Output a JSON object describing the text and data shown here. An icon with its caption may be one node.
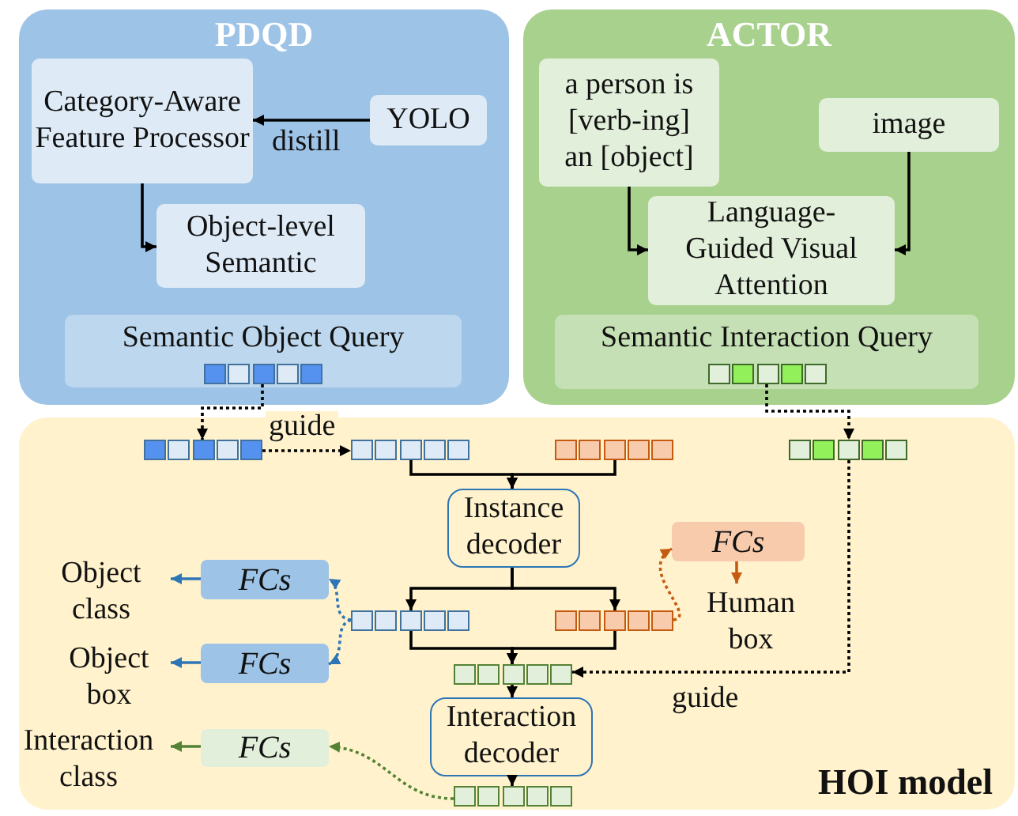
{
  "diagram": {
    "nodes": [
      {
        "text": [
          "PDQD"
        ]
      },
      {
        "text": [
          "Category-Aware Feature Processor"
        ],
        "in": 0
      },
      {
        "text": [
          "YOLO"
        ],
        "in": 0
      },
      {
        "text": [
          "Object-level Semantic"
        ],
        "in": 0
      },
      {
        "text": [
          "Semantic Object Query"
        ],
        "in": 0
      },
      {
        "text": [],
        "shape": "bar",
        "in": 4
      },
      {
        "text": [
          "ACTOR"
        ]
      },
      {
        "text": [
          "a person is [verb-ing] an [object]"
        ],
        "in": 6
      },
      {
        "text": [
          "image"
        ],
        "in": 6
      },
      {
        "text": [
          "Language-Guided Visual Attention"
        ],
        "in": 6
      },
      {
        "text": [
          "Semantic Interaction Query"
        ],
        "in": 6
      },
      {
        "text": [],
        "shape": "bar",
        "in": 10
      },
      {
        "text": [
          "HOI model"
        ]
      },
      {
        "text": [],
        "shape": "bar",
        "in": 12
      },
      {
        "text": [],
        "shape": "bar",
        "in": 12
      },
      {
        "text": [],
        "shape": "bar",
        "in": 12
      },
      {
        "text": [],
        "shape": "bar",
        "in": 12
      },
      {
        "text": [
          "Instance decoder"
        ],
        "in": 12
      },
      {
        "text": [
          "Object class"
        ],
        "in": 12
      },
      {
        "text": [
          "FCs"
        ],
        "in": 12
      },
      {
        "text": [],
        "shape": "bar",
        "in": 12
      },
      {
        "text": [],
        "shape": "bar",
        "in": 12
      },
      {
        "text": [
          "FCs"
        ],
        "in": 12
      },
      {
        "text": [
          "Human box"
        ],
        "in": 12
      },
      {
        "text": [
          "Object box"
        ],
        "in": 12
      },
      {
        "text": [
          "FCs"
        ],
        "in": 12
      },
      {
        "text": [],
        "shape": "bar",
        "in": 12
      },
      {
        "text": [
          "Interaction decoder"
        ],
        "in": 12
      },
      {
        "text": [
          "Interaction class"
        ],
        "in": 12
      },
      {
        "text": [
          "FCs"
        ],
        "in": 12
      },
      {
        "text": [],
        "shape": "bar",
        "in": 12
      }
    ],
    "edges": [
      {
        "from": 2,
        "to": 1,
        "arrow": "to",
        "label": "distill"
      },
      {
        "from": 1,
        "to": 3,
        "arrow": "to"
      },
      {
        "from": 7,
        "to": 9,
        "arrow": "to"
      },
      {
        "from": 8,
        "to": 9,
        "arrow": "to"
      },
      {
        "from": 5,
        "to": 13,
        "arrow": "to",
        "style": "dashed"
      },
      {
        "from": 13,
        "to": 14,
        "arrow": "to",
        "style": "dashed",
        "label": "guide"
      },
      {
        "from": 11,
        "to": 16,
        "arrow": "to",
        "style": "dashed"
      },
      {
        "from": 16,
        "to": 26,
        "arrow": "to",
        "style": "dashed",
        "label": "guide"
      },
      {
        "from": 14,
        "to": 17,
        "arrow": "to"
      },
      {
        "from": 15,
        "to": 17,
        "arrow": "to"
      },
      {
        "from": 17,
        "to": 20,
        "arrow": "to"
      },
      {
        "from": 17,
        "to": 21,
        "arrow": "to"
      },
      {
        "from": 20,
        "to": 26,
        "arrow": "to"
      },
      {
        "from": 21,
        "to": 26,
        "arrow": "to"
      },
      {
        "from": 26,
        "to": 27,
        "arrow": "to"
      },
      {
        "from": 27,
        "to": 30,
        "arrow": "to"
      },
      {
        "from": 20,
        "to": 19,
        "arrow": "to",
        "style": "dashed",
        "color": "#2e75b6"
      },
      {
        "from": 20,
        "to": 25,
        "arrow": "to",
        "style": "dashed",
        "color": "#2e75b6"
      },
      {
        "from": 19,
        "to": 18,
        "arrow": "to",
        "color": "#2e75b6"
      },
      {
        "from": 25,
        "to": 24,
        "arrow": "to",
        "color": "#2e75b6"
      },
      {
        "from": 21,
        "to": 22,
        "arrow": "to",
        "style": "dashed",
        "color": "#c55a11"
      },
      {
        "from": 22,
        "to": 23,
        "arrow": "to",
        "color": "#c55a11"
      },
      {
        "from": 30,
        "to": 29,
        "arrow": "to",
        "style": "dashed",
        "color": "#548235"
      },
      {
        "from": 29,
        "to": 28,
        "arrow": "to",
        "color": "#548235"
      }
    ]
  }
}
